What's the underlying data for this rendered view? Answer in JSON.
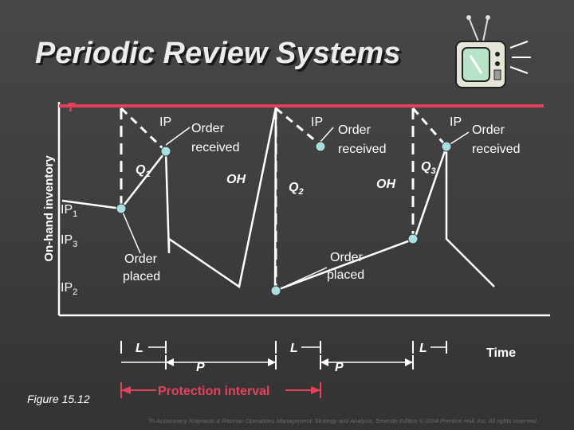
{
  "title": "Periodic Review Systems",
  "y_axis_label": "On-hand inventory",
  "x_axis_label": "Time",
  "target_label": "T",
  "ip_label": "IP",
  "order_received": [
    "Order",
    "received"
  ],
  "order_placed": [
    "Order",
    "placed"
  ],
  "oh_label": "OH",
  "q_labels": [
    {
      "main": "Q",
      "sub": "1"
    },
    {
      "main": "Q",
      "sub": "2"
    },
    {
      "main": "Q",
      "sub": "3"
    }
  ],
  "ip_levels": [
    {
      "main": "IP",
      "sub": "1"
    },
    {
      "main": "IP",
      "sub": "3"
    },
    {
      "main": "IP",
      "sub": "2"
    }
  ],
  "lead_time_label": "L",
  "review_period_label": "P",
  "protection_interval": "Protection interval",
  "figure_caption": "Figure 15.12",
  "footer": "To Accompany Krajewski & Ritzman Operations Management: Strategy and Analysis, Seventh Edition © 2004 Prentice Hall, Inc. All rights reserved.",
  "colors": {
    "target_line": "#e0405a",
    "inventory_line": "#ffffff",
    "dashed": "#ffffff",
    "accent": "#e8425a",
    "dots": "#a9dfe0"
  },
  "icons": [
    "television-icon"
  ]
}
